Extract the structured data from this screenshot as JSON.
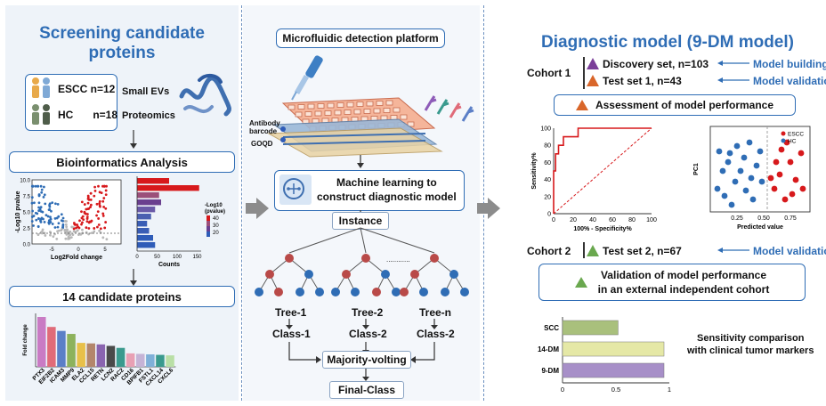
{
  "left": {
    "title": "Screening candidate proteins",
    "title_line1": "Screening candidate",
    "title_line2": "proteins",
    "escc_label": "ESCC n=12",
    "hc_label_a": "HC",
    "hc_label_b": "n=18",
    "small_evs": "Small EVs",
    "proteomics": "Proteomics",
    "bioinfo_label": "Bioinformatics Analysis",
    "candidates_label": "14 candidate proteins",
    "volcano": {
      "ylabel": "-Log10 pvalue",
      "xlabel": "Log2Fold change",
      "xticks": [
        "-5",
        "0",
        "5"
      ],
      "yticks": [
        "0.0",
        "2.5",
        "5.0",
        "7.5",
        "10.0"
      ]
    },
    "counts_chart": {
      "xlabel": "Counts",
      "xticks": [
        "0",
        "50",
        "100",
        "150"
      ],
      "legend_title": "-Log10 (pvalue)",
      "legend_ticks": [
        "40",
        "30",
        "20"
      ]
    },
    "fold_chart": {
      "ylabel": "Fold change"
    }
  },
  "middle": {
    "platform_label": "Microfluidic detection platform",
    "antibody_label": "Antibody barcode",
    "antibody_line1": "Antibody",
    "antibody_line2": "barcode",
    "goqd_label": "GOQD",
    "ml_line1": "Machine learning to",
    "ml_line2": "construct diagnostic model",
    "instance_label": "Instance",
    "trees": [
      {
        "name": "Tree-1",
        "cls": "Class-1"
      },
      {
        "name": "Tree-2",
        "cls": "Class-2"
      },
      {
        "name": "Tree-n",
        "cls": "Class-2"
      }
    ],
    "ellipsis": "............",
    "majority_label": "Majority-volting",
    "final_label": "Final-Class"
  },
  "right": {
    "title": "Diagnostic model (9-DM model)",
    "cohort1": "Cohort 1",
    "discovery": "Discovery set, n=103",
    "test1": "Test set 1, n=43",
    "model_building": "Model building",
    "model_validation_1": "Model validation",
    "assessment": "Assessment of model performance",
    "roc": {
      "ylabel": "Sensitivity%",
      "xlabel": "100% - Specificity%",
      "ticks": [
        "0",
        "20",
        "40",
        "60",
        "80",
        "100"
      ]
    },
    "pca": {
      "ylabel": "PC1",
      "xlabel": "Predicted value",
      "xticks": [
        "0.25",
        "0.50",
        "0.75"
      ],
      "legend_escc": "ESCC",
      "legend_hc": "HC"
    },
    "cohort2": "Cohort 2",
    "test2": "Test set 2, n=67",
    "model_validation_2": "Model validation",
    "validation_line1": "Validation of model performance",
    "validation_line2": "in an external independent cohort",
    "sensitivity_line1": "Sensitivity comparison",
    "sensitivity_line2": "with clinical tumor markers"
  },
  "chart_data": [
    {
      "type": "bar",
      "orientation": "vertical",
      "ylabel": "Fold change",
      "categories": [
        "PTX3",
        "EIF2B2",
        "ICAM3",
        "MMP9",
        "ELA2",
        "CCL15",
        "RETN",
        "LCN2",
        "RAC2",
        "CD16",
        "BPIFB1",
        "FSTL1",
        "CXCL14",
        "CXCL6"
      ],
      "values": [
        100,
        80,
        72,
        66,
        48,
        47,
        45,
        42,
        38,
        27,
        26,
        25,
        24,
        23
      ],
      "colors": [
        "#c97bc4",
        "#e06b79",
        "#5b7fc7",
        "#8db25c",
        "#e8c04a",
        "#b3866c",
        "#8a64b0",
        "#4a4a4a",
        "#3a9a8e",
        "#e8a0b4",
        "#c5b3d6",
        "#7fb0d8",
        "#3a9a8e",
        "#b9dfa6"
      ]
    },
    {
      "type": "bar",
      "orientation": "horizontal",
      "xlabel": "Counts",
      "xlim": [
        0,
        150
      ],
      "values": [
        80,
        155,
        55,
        60,
        45,
        35,
        25,
        30,
        40,
        45
      ],
      "pvalue_colors": [
        "#d7191c",
        "#d7191c",
        "#9b4f7a",
        "#6a3f8f",
        "#6a5aa8",
        "#4a5fb0",
        "#3a5eb5",
        "#3a5eb5",
        "#2f5cb8",
        "#2f5cb8"
      ]
    },
    {
      "type": "bar",
      "orientation": "horizontal",
      "title": "Sensitivity comparison with clinical tumor markers",
      "categories": [
        "SCC",
        "14-DM",
        "9-DM"
      ],
      "values": [
        0.52,
        0.95,
        0.95
      ],
      "xticks": [
        "0",
        "0.5",
        "1"
      ],
      "xlim": [
        0,
        1
      ],
      "colors": [
        "#a9c07c",
        "#e5e8a6",
        "#a78fc8"
      ]
    }
  ]
}
